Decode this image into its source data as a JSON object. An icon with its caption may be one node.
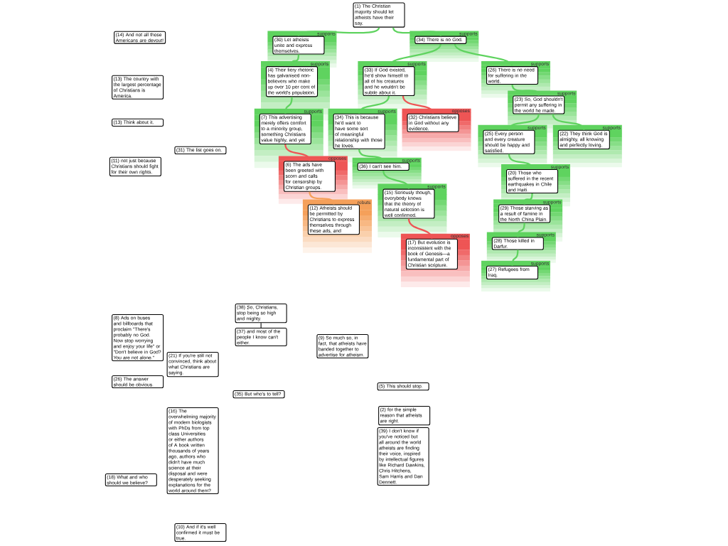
{
  "diagram": {
    "nodes": [
      {
        "text": [
          "(1) The Christian majority should let atheists have their say."
        ]
      },
      {
        "text": [
          "(30) Let atheists unite and express themselves."
        ],
        "beside": [
          "supports"
        ]
      },
      {
        "text": [
          "(34) There is no God."
        ],
        "beside": [
          "supports"
        ]
      },
      {
        "text": [
          "(4) Their fiery rhetoric has galvanised non-believers who make up over 10 per cent of the world's population."
        ],
        "beside": [
          "supports"
        ]
      },
      {
        "text": [
          "(33) If God existed, he'd show himself to all of his creatures and he wouldn't be subtle about it."
        ],
        "beside": [
          "supports"
        ]
      },
      {
        "text": [
          "(26) There is no need for suffering in the world."
        ],
        "beside": [
          "supports"
        ]
      },
      {
        "text": [
          "(7) This advertising merely offers comfort to a minority group, something Christians value highly, and yet"
        ],
        "beside": [
          "supports"
        ]
      },
      {
        "text": [
          "(34) This is because he'd want to have some sort of meaningful relationship with those he loves."
        ],
        "beside": [
          "supports"
        ]
      },
      {
        "text": [
          "(32) Christians believe in God without any evidence."
        ],
        "beside": [
          "opposes"
        ]
      },
      {
        "text": [
          "(23) So, God shouldn't permit any suffering in the world he made."
        ],
        "beside": [
          "supports"
        ]
      },
      {
        "text": [
          "(6) The ads have been greeted with scorn and calls for censorship by Christian groups."
        ],
        "beside": [
          "opposes"
        ]
      },
      {
        "text": [
          "(36) I can't see him."
        ],
        "beside": [
          "supports"
        ]
      },
      {
        "text": [
          "(25) Every person and every creature should be happy and satisfied."
        ],
        "beside": [
          "supports"
        ]
      },
      {
        "text": [
          "(22) They think God is almighty, all knowing and perfectly loving."
        ],
        "beside": [
          "supports"
        ]
      },
      {
        "text": [
          "(12) Atheists should be permitted by Christians to express themselves through these ads, and"
        ],
        "beside": [
          "rebuts"
        ]
      },
      {
        "text": [
          "(15) Seriously though, everybody knows that the theory of natural selection is well confirmed."
        ],
        "beside": [
          "supports"
        ]
      },
      {
        "text": [
          "(20) Those who suffered in the recent earthquakes in Chile and Haiti."
        ],
        "beside": [
          "supports"
        ]
      },
      {
        "text": [
          "(29) Those starving as a result of famine in the North China Plain."
        ],
        "beside": [
          "supports"
        ]
      },
      {
        "text": [
          "(17) But evolution is inconsistent with the book of Genesis—a fundamental part of Christian scripture."
        ],
        "beside": [
          "opposes"
        ]
      },
      {
        "text": [
          "(28) Those killed in Darfur."
        ],
        "beside": [
          "supports"
        ]
      },
      {
        "text": [
          "(27) Refugees from Iraq."
        ],
        "beside": [
          "supports"
        ]
      },
      {
        "text": [
          "(14) And not all those Americans are devout!"
        ]
      },
      {
        "text": [
          "(13) The country with the largest percentage of Christians is America."
        ]
      },
      {
        "text": [
          "(13) Think about it."
        ]
      },
      {
        "text": [
          "(11) not just because Christians should fight for their own rights."
        ]
      },
      {
        "text": [
          "(31) The list goes on."
        ]
      },
      {
        "text": [
          "(38) So, Christians, stop being so high and mighty."
        ]
      },
      {
        "text": [
          "(37) and most of the people I know can't either."
        ]
      },
      {
        "text": [
          "(8) Ads on buses and billboards that proclaim \"There's probably no God. Now stop worrying and enjoy your life\" or \"Don't believe in God? You are not alone.\""
        ]
      },
      {
        "text": [
          "(9) So much so, in fact, that atheists have banded together to advertise for atheism."
        ]
      },
      {
        "text": [
          "(21) If you're still not convinced, think about what Christians are saying."
        ]
      },
      {
        "text": [
          "(26) The answer should be obvious."
        ]
      },
      {
        "text": [
          "(35) But who's to tell?"
        ]
      },
      {
        "text": [
          "(5) This should stop."
        ]
      },
      {
        "text": [
          "(2) for the simple reason that atheists are right."
        ]
      },
      {
        "text": [
          "(16) The overwhelming majority of modern biologists with PhDs from top class Universities or either authors of A book written thousands of years ago, authors who didn't have much science at their disposal and were desperately seeking explanations for the world around them?"
        ]
      },
      {
        "text": [
          "(39) I don't know if you've noticed but all around the world atheists are finding their voice, inspired by intellectual figures like Richard Dawkins, Chris Hitchens, Sam Harris and Dan Dennett."
        ]
      },
      {
        "text": [
          "(18) What and who should we believe?"
        ]
      },
      {
        "text": [
          "(10) And if it's well confirmed it must be true."
        ]
      }
    ],
    "edges": [
      {
        "from": 1,
        "to": 0,
        "arrow": "none"
      },
      {
        "from": 2,
        "to": 0,
        "arrow": "none"
      },
      {
        "from": 3,
        "to": 1,
        "arrow": "none"
      },
      {
        "from": 4,
        "to": 2,
        "arrow": "none"
      },
      {
        "from": 5,
        "to": 2,
        "arrow": "none"
      },
      {
        "from": 6,
        "to": 3,
        "arrow": "none"
      },
      {
        "from": 7,
        "to": 4,
        "arrow": "none"
      },
      {
        "from": 8,
        "to": 4,
        "arrow": "none",
        "color": "#ee5555"
      },
      {
        "from": 9,
        "to": 5,
        "arrow": "none"
      },
      {
        "from": 10,
        "to": 6,
        "arrow": "none",
        "color": "#ee5555"
      },
      {
        "from": 11,
        "to": 7,
        "arrow": "none"
      },
      {
        "from": 12,
        "to": 9,
        "arrow": "none"
      },
      {
        "from": 13,
        "to": 9,
        "arrow": "none"
      },
      {
        "from": 14,
        "to": 10,
        "arrow": "none",
        "color": "#f5a05a"
      },
      {
        "from": 15,
        "to": 11,
        "arrow": "none"
      },
      {
        "from": 16,
        "to": 12,
        "arrow": "none"
      },
      {
        "from": 17,
        "to": 16,
        "arrow": "none"
      },
      {
        "from": 18,
        "to": 15,
        "arrow": "none",
        "color": "#ee5555"
      },
      {
        "from": 19,
        "to": 17,
        "arrow": "none"
      },
      {
        "from": 20,
        "to": 19,
        "arrow": "none"
      },
      {
        "from": 27,
        "to": 26,
        "arrow": "none",
        "color": "#000000"
      }
    ]
  }
}
